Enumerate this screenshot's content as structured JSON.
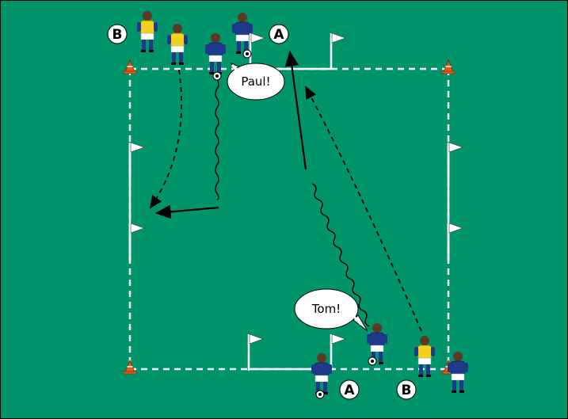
{
  "colors": {
    "pitch": "#00946a",
    "line": "#ffffff",
    "team_blue": "#1f3a8a",
    "team_yellow": "#f2d21e",
    "cone": "#e05a1a"
  },
  "labels": {
    "top_b": "B",
    "top_a": "A",
    "bottom_a": "A",
    "bottom_b": "B"
  },
  "callouts": {
    "paul": "Paul!",
    "tom": "Tom!"
  },
  "icons": [
    "flag-icon",
    "cone-icon",
    "ball-icon",
    "player-icon"
  ]
}
